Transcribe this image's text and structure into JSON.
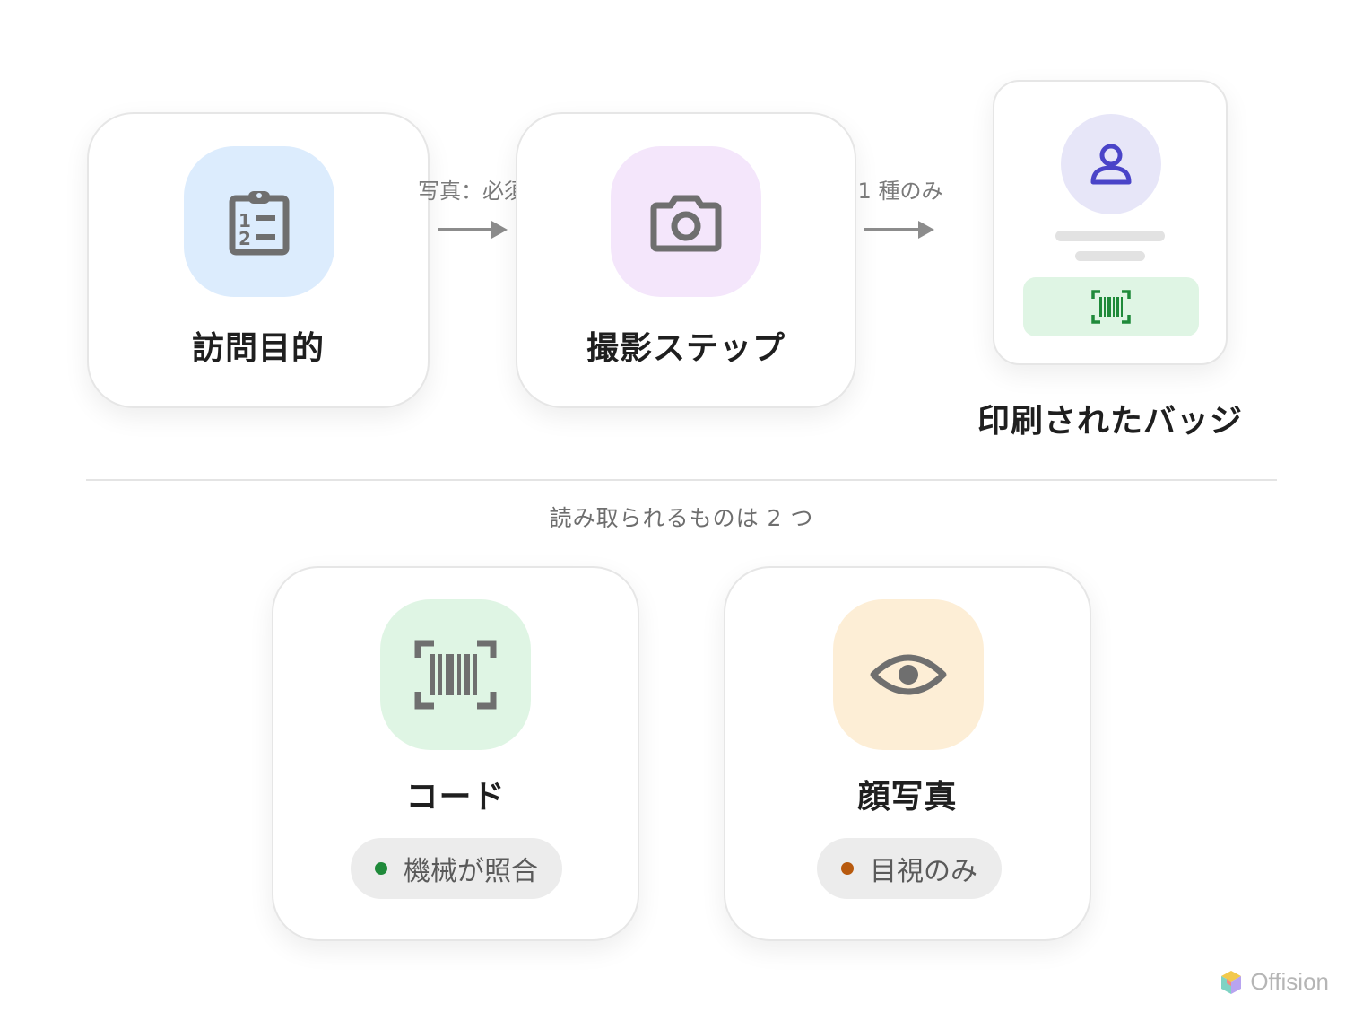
{
  "flow": {
    "step1": {
      "label": "訪問目的",
      "icon": "clipboard-list-icon",
      "tile_color": "#dcecfd"
    },
    "arrow1_label": "写真：必須",
    "step2": {
      "label": "撮影ステップ",
      "icon": "camera-icon",
      "tile_color": "#f4e6fb"
    },
    "arrow2_label": "1 種のみ",
    "badge": {
      "label": "印刷されたバッジ",
      "avatar_icon": "person-icon",
      "code_icon": "barcode-scan-icon",
      "accent": "#4a44c8",
      "code_color": "#1f8a3a"
    }
  },
  "section_label": "読み取られるものは 2 つ",
  "reads": [
    {
      "label": "コード",
      "icon": "barcode-scan-icon",
      "tile_color": "#dff5e4",
      "status": "機械が照合",
      "status_color": "#1f8a3a"
    },
    {
      "label": "顔写真",
      "icon": "eye-icon",
      "tile_color": "#fdeed6",
      "status": "目視のみ",
      "status_color": "#b85a0e"
    }
  ],
  "brand": {
    "name": "Offision"
  }
}
